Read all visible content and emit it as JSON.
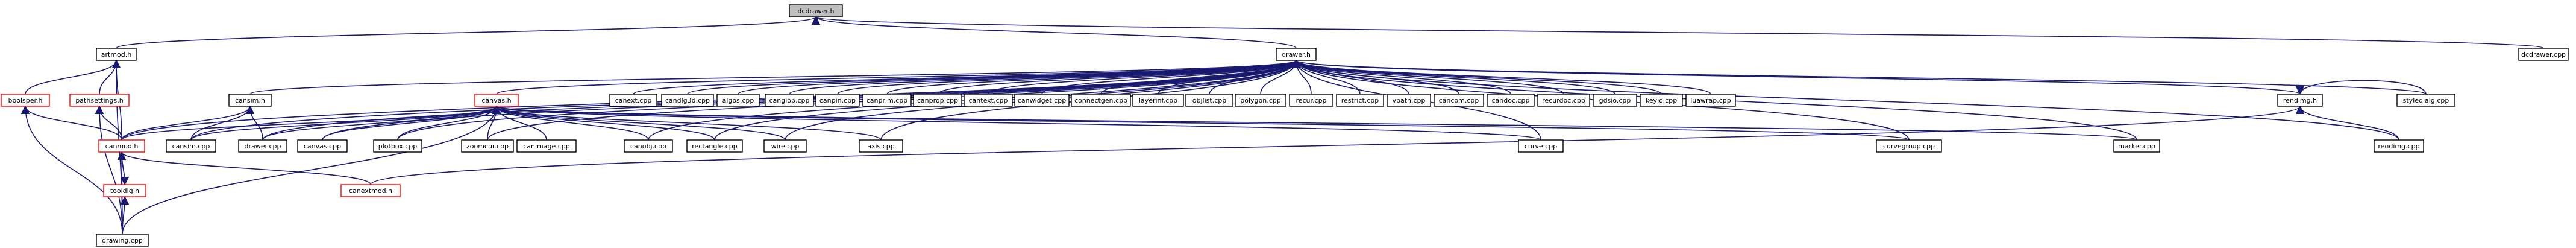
{
  "graph": {
    "colors": {
      "edge": "#191970",
      "node_border": "#000000",
      "highlight_border": "#ff0000",
      "root_fill": "#bfbfbf",
      "background": "#ffffff"
    },
    "nodes": [
      {
        "id": "dcdrawer_h",
        "label": "dcdrawer.h",
        "style": "root"
      },
      {
        "id": "artmod_h",
        "label": "artmod.h",
        "style": "normal"
      },
      {
        "id": "drawer_h",
        "label": "drawer.h",
        "style": "normal"
      },
      {
        "id": "dcdrawer_cpp",
        "label": "dcdrawer.cpp",
        "style": "normal"
      },
      {
        "id": "boolsper_h",
        "label": "boolsper.h",
        "style": "highlight"
      },
      {
        "id": "pathsettings_h",
        "label": "pathsettings.h",
        "style": "highlight"
      },
      {
        "id": "cansim_h",
        "label": "cansim.h",
        "style": "normal"
      },
      {
        "id": "canvas_h",
        "label": "canvas.h",
        "style": "highlight"
      },
      {
        "id": "canext_cpp",
        "label": "canext.cpp",
        "style": "normal"
      },
      {
        "id": "candlg3d_cpp",
        "label": "candlg3d.cpp",
        "style": "normal"
      },
      {
        "id": "algos_cpp",
        "label": "algos.cpp",
        "style": "normal"
      },
      {
        "id": "canglob_cpp",
        "label": "canglob.cpp",
        "style": "normal"
      },
      {
        "id": "canpin_cpp",
        "label": "canpin.cpp",
        "style": "normal"
      },
      {
        "id": "canprim_cpp",
        "label": "canprim.cpp",
        "style": "normal"
      },
      {
        "id": "canprop_cpp",
        "label": "canprop.cpp",
        "style": "normal"
      },
      {
        "id": "cantext_cpp",
        "label": "cantext.cpp",
        "style": "normal"
      },
      {
        "id": "canwidget_cpp",
        "label": "canwidget.cpp",
        "style": "normal"
      },
      {
        "id": "connectgen_cpp",
        "label": "connectgen.cpp",
        "style": "normal"
      },
      {
        "id": "layerinf_cpp",
        "label": "layerinf.cpp",
        "style": "normal"
      },
      {
        "id": "objlist_cpp",
        "label": "objlist.cpp",
        "style": "normal"
      },
      {
        "id": "polygon_cpp",
        "label": "polygon.cpp",
        "style": "normal"
      },
      {
        "id": "recur_cpp",
        "label": "recur.cpp",
        "style": "normal"
      },
      {
        "id": "restrict_cpp",
        "label": "restrict.cpp",
        "style": "normal"
      },
      {
        "id": "vpath_cpp",
        "label": "vpath.cpp",
        "style": "normal"
      },
      {
        "id": "cancom_cpp",
        "label": "cancom.cpp",
        "style": "normal"
      },
      {
        "id": "candoc_cpp",
        "label": "candoc.cpp",
        "style": "normal"
      },
      {
        "id": "recurdoc_cpp",
        "label": "recurdoc.cpp",
        "style": "normal"
      },
      {
        "id": "gdsio_cpp",
        "label": "gdsio.cpp",
        "style": "normal"
      },
      {
        "id": "keyio_cpp",
        "label": "keyio.cpp",
        "style": "normal"
      },
      {
        "id": "luawrap_cpp",
        "label": "luawrap.cpp",
        "style": "normal"
      },
      {
        "id": "rendimg_h",
        "label": "rendimg.h",
        "style": "normal"
      },
      {
        "id": "styledialg_cpp",
        "label": "styledialg.cpp",
        "style": "normal"
      },
      {
        "id": "canmod_h",
        "label": "canmod.h",
        "style": "highlight"
      },
      {
        "id": "cansim_cpp",
        "label": "cansim.cpp",
        "style": "normal"
      },
      {
        "id": "drawer_cpp",
        "label": "drawer.cpp",
        "style": "normal"
      },
      {
        "id": "canvas_cpp",
        "label": "canvas.cpp",
        "style": "normal"
      },
      {
        "id": "plotbox_cpp",
        "label": "plotbox.cpp",
        "style": "normal"
      },
      {
        "id": "zoomcur_cpp",
        "label": "zoomcur.cpp",
        "style": "normal"
      },
      {
        "id": "canimage_cpp",
        "label": "canimage.cpp",
        "style": "normal"
      },
      {
        "id": "canobj_cpp",
        "label": "canobj.cpp",
        "style": "normal"
      },
      {
        "id": "rectangle_cpp",
        "label": "rectangle.cpp",
        "style": "normal"
      },
      {
        "id": "wire_cpp",
        "label": "wire.cpp",
        "style": "normal"
      },
      {
        "id": "axis_cpp",
        "label": "axis.cpp",
        "style": "normal"
      },
      {
        "id": "curve_cpp",
        "label": "curve.cpp",
        "style": "normal"
      },
      {
        "id": "curvegroup_cpp",
        "label": "curvegroup.cpp",
        "style": "normal"
      },
      {
        "id": "marker_cpp",
        "label": "marker.cpp",
        "style": "normal"
      },
      {
        "id": "rendimg_cpp",
        "label": "rendimg.cpp",
        "style": "normal"
      },
      {
        "id": "tooldlg_h",
        "label": "tooldlg.h",
        "style": "highlight"
      },
      {
        "id": "canextmod_h",
        "label": "canextmod.h",
        "style": "highlight"
      },
      {
        "id": "drawing_cpp",
        "label": "drawing.cpp",
        "style": "normal"
      }
    ],
    "edges": [
      [
        "artmod_h",
        "dcdrawer_h"
      ],
      [
        "drawer_h",
        "dcdrawer_h"
      ],
      [
        "dcdrawer_cpp",
        "dcdrawer_h"
      ],
      [
        "boolsper_h",
        "artmod_h"
      ],
      [
        "pathsettings_h",
        "artmod_h"
      ],
      [
        "canmod_h",
        "artmod_h"
      ],
      [
        "drawing_cpp",
        "artmod_h"
      ],
      [
        "cansim_h",
        "drawer_h"
      ],
      [
        "canvas_h",
        "drawer_h"
      ],
      [
        "canext_cpp",
        "drawer_h"
      ],
      [
        "candlg3d_cpp",
        "drawer_h"
      ],
      [
        "algos_cpp",
        "drawer_h"
      ],
      [
        "canglob_cpp",
        "drawer_h"
      ],
      [
        "canpin_cpp",
        "drawer_h"
      ],
      [
        "canprim_cpp",
        "drawer_h"
      ],
      [
        "canprop_cpp",
        "drawer_h"
      ],
      [
        "cantext_cpp",
        "drawer_h"
      ],
      [
        "canwidget_cpp",
        "drawer_h"
      ],
      [
        "connectgen_cpp",
        "drawer_h"
      ],
      [
        "layerinf_cpp",
        "drawer_h"
      ],
      [
        "objlist_cpp",
        "drawer_h"
      ],
      [
        "polygon_cpp",
        "drawer_h"
      ],
      [
        "recur_cpp",
        "drawer_h"
      ],
      [
        "restrict_cpp",
        "drawer_h"
      ],
      [
        "vpath_cpp",
        "drawer_h"
      ],
      [
        "cancom_cpp",
        "drawer_h"
      ],
      [
        "candoc_cpp",
        "drawer_h"
      ],
      [
        "recurdoc_cpp",
        "drawer_h"
      ],
      [
        "gdsio_cpp",
        "drawer_h"
      ],
      [
        "keyio_cpp",
        "drawer_h"
      ],
      [
        "luawrap_cpp",
        "drawer_h"
      ],
      [
        "rendimg_h",
        "drawer_h"
      ],
      [
        "styledialg_cpp",
        "drawer_h"
      ],
      [
        "canmod_h",
        "drawer_h"
      ],
      [
        "cansim_cpp",
        "drawer_h"
      ],
      [
        "drawer_cpp",
        "drawer_h"
      ],
      [
        "canvas_cpp",
        "drawer_h"
      ],
      [
        "plotbox_cpp",
        "drawer_h"
      ],
      [
        "zoomcur_cpp",
        "drawer_h"
      ],
      [
        "canobj_cpp",
        "drawer_h"
      ],
      [
        "rectangle_cpp",
        "drawer_h"
      ],
      [
        "wire_cpp",
        "drawer_h"
      ],
      [
        "axis_cpp",
        "drawer_h"
      ],
      [
        "curve_cpp",
        "drawer_h"
      ],
      [
        "curvegroup_cpp",
        "drawer_h"
      ],
      [
        "marker_cpp",
        "drawer_h"
      ],
      [
        "rendimg_cpp",
        "drawer_h"
      ],
      [
        "canmod_h",
        "boolsper_h"
      ],
      [
        "drawing_cpp",
        "boolsper_h"
      ],
      [
        "canmod_h",
        "pathsettings_h"
      ],
      [
        "drawing_cpp",
        "pathsettings_h"
      ],
      [
        "cansim_cpp",
        "cansim_h"
      ],
      [
        "drawer_cpp",
        "cansim_h"
      ],
      [
        "canmod_h",
        "cansim_h"
      ],
      [
        "canmod_h",
        "canvas_h"
      ],
      [
        "cansim_cpp",
        "canvas_h"
      ],
      [
        "drawer_cpp",
        "canvas_h"
      ],
      [
        "canvas_cpp",
        "canvas_h"
      ],
      [
        "plotbox_cpp",
        "canvas_h"
      ],
      [
        "zoomcur_cpp",
        "canvas_h"
      ],
      [
        "canimage_cpp",
        "canvas_h"
      ],
      [
        "canobj_cpp",
        "canvas_h"
      ],
      [
        "rectangle_cpp",
        "canvas_h"
      ],
      [
        "wire_cpp",
        "canvas_h"
      ],
      [
        "axis_cpp",
        "canvas_h"
      ],
      [
        "curve_cpp",
        "canvas_h"
      ],
      [
        "curvegroup_cpp",
        "canvas_h"
      ],
      [
        "marker_cpp",
        "canvas_h"
      ],
      [
        "drawing_cpp",
        "canvas_h"
      ],
      [
        "rendimg_cpp",
        "rendimg_h"
      ],
      [
        "styledialg_cpp",
        "rendimg_h"
      ],
      [
        "canextmod_h",
        "rendimg_h"
      ],
      [
        "tooldlg_h",
        "canmod_h"
      ],
      [
        "canextmod_h",
        "canmod_h"
      ],
      [
        "drawing_cpp",
        "canmod_h"
      ],
      [
        "canmod_h",
        "tooldlg_h"
      ],
      [
        "drawing_cpp",
        "tooldlg_h"
      ]
    ]
  }
}
